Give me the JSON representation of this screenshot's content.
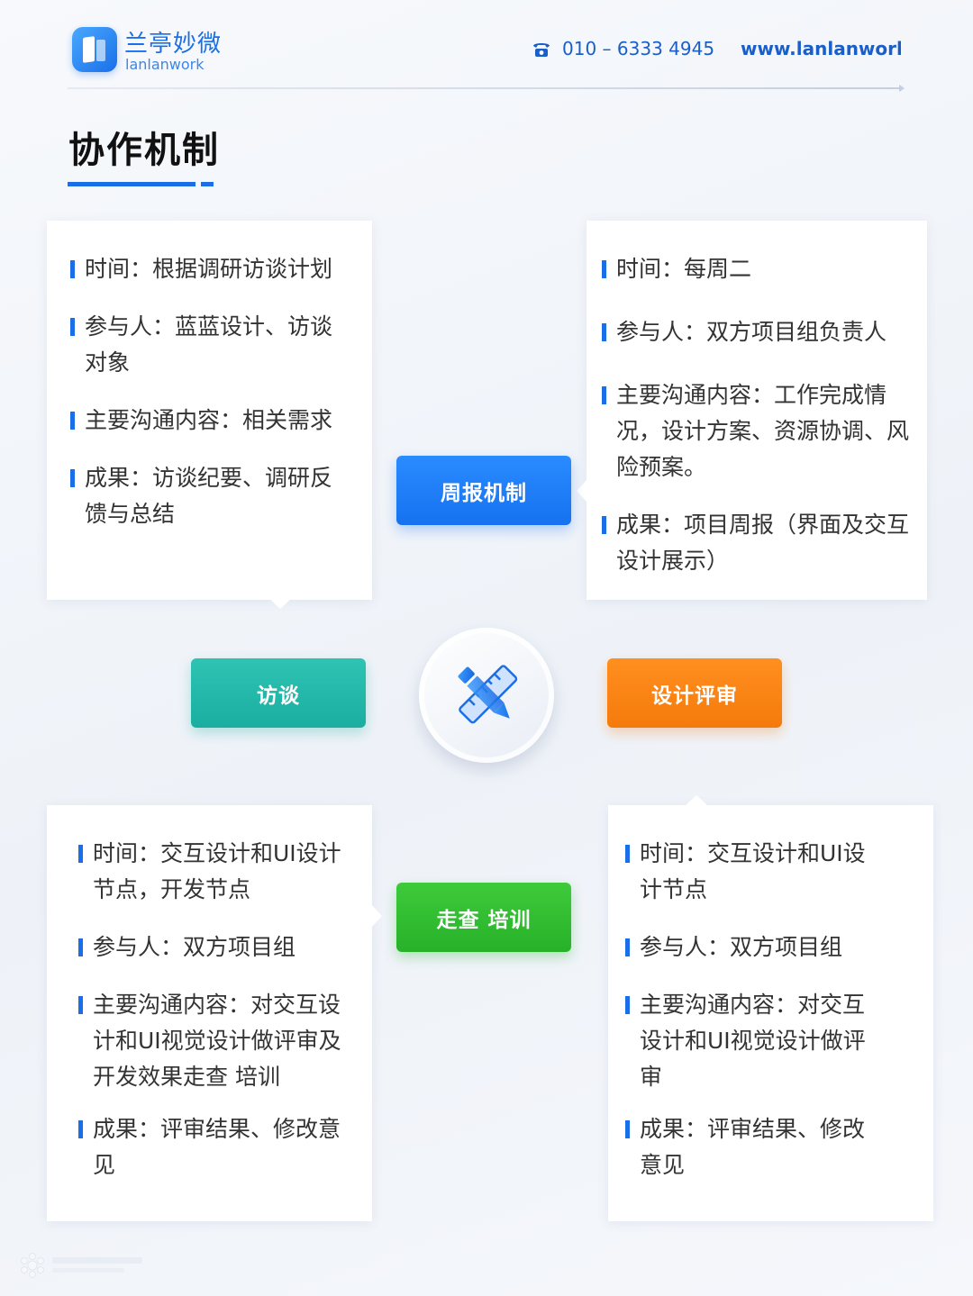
{
  "header": {
    "logo_cn": "兰亭妙微",
    "logo_en": "lanlanwork",
    "phone": "010 – 6333 4945",
    "website": "www.lanlanwork.c",
    "phone_icon": "telephone-icon"
  },
  "page_title": "协作机制",
  "cards": {
    "interview": [
      "时间：根据调研访谈计划",
      "参与人：蓝蓝设计、访谈对象",
      "主要沟通内容：相关需求",
      "成果：访谈纪要、调研反馈与总结"
    ],
    "weekly": [
      "时间：每周二",
      "参与人：双方项目组负责人",
      "主要沟通内容：工作完成情况，设计方案、资源协调、风险预案。",
      "成果：项目周报（界面及交互设计展示）"
    ],
    "walkthrough": [
      "时间：交互设计和UI设计节点，开发节点",
      "参与人：双方项目组",
      "主要沟通内容：对交互设计和UI视觉设计做评审及开发效果走查 培训",
      "成果：评审结果、修改意见"
    ],
    "review": [
      "时间：交互设计和UI设计节点",
      "参与人：双方项目组",
      "主要沟通内容：对交互设计和UI视觉设计做评审",
      "成果：评审结果、修改意见"
    ]
  },
  "pills": {
    "weekly": "周报机制",
    "interview": "访谈",
    "review": "设计评审",
    "walkthrough": "走查 培训"
  },
  "colors": {
    "accent_blue": "#1a6fe8",
    "teal": "#1aaea0",
    "orange": "#f57a0c",
    "green": "#27b12a"
  },
  "center_icon": "pencil-ruler-icon"
}
